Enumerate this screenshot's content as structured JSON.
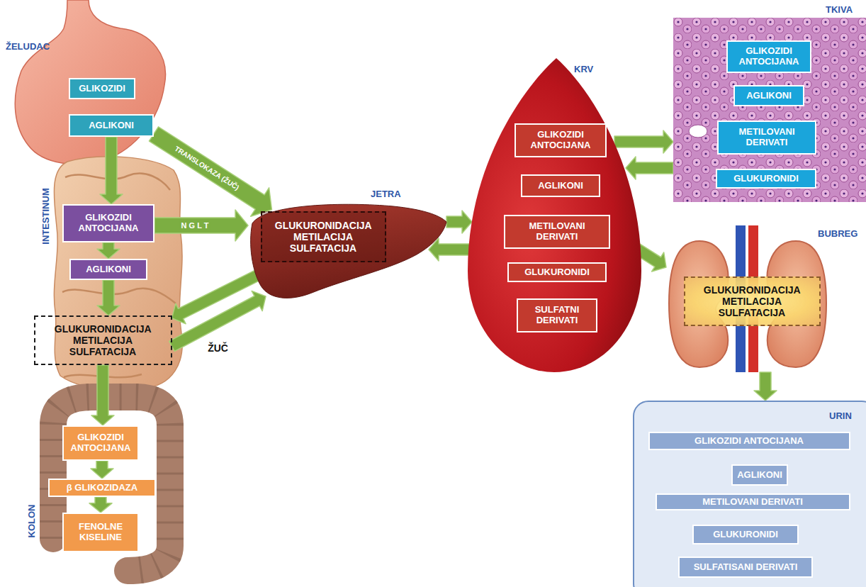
{
  "diagram": {
    "nodes": [
      {
        "text": [
          "GLIKOZIDI"
        ]
      },
      {
        "text": [
          "AGLIKONI"
        ]
      },
      {
        "text": [
          "GLIKOZIDI ANTOCIJANA"
        ]
      },
      {
        "text": [
          "AGLIKONI"
        ]
      },
      {
        "text": [
          "GLUKURONIDACIJA METILACIJA SULFATACIJA"
        ]
      },
      {
        "text": [
          "GLIKOZIDI ANTOCIJANA"
        ]
      },
      {
        "text": [
          "β GLIKOZIDAZA"
        ]
      },
      {
        "text": [
          "FENOLNE KISELINE"
        ]
      },
      {
        "text": [
          "JETRA"
        ]
      },
      {
        "text": [
          "GLUKURONIDACIJA METILACIJA SULFATACIJA"
        ],
        "in": 8
      },
      {
        "text": [
          "KRV"
        ]
      },
      {
        "text": [
          "GLIKOZIDI ANTOCIJANA"
        ],
        "in": 10
      },
      {
        "text": [
          "AGLIKONI"
        ],
        "in": 10
      },
      {
        "text": [
          "METILOVANI DERIVATI"
        ],
        "in": 10
      },
      {
        "text": [
          "GLUKURONIDI"
        ],
        "in": 10
      },
      {
        "text": [
          "SULFATNI DERIVATI"
        ],
        "in": 10
      },
      {
        "text": [
          "TKIVA"
        ]
      },
      {
        "text": [
          "GLIKOZIDI ANTOCIJANA"
        ],
        "in": 16
      },
      {
        "text": [
          "AGLIKONI"
        ],
        "in": 16
      },
      {
        "text": [
          "METILOVANI DERIVATI"
        ],
        "in": 16
      },
      {
        "text": [
          "GLUKURONIDI"
        ],
        "in": 16
      },
      {
        "text": [
          "BUBREG"
        ]
      },
      {
        "text": [
          "GLUKURONIDACIJA METILACIJA SULFATACIJA"
        ],
        "in": 21
      },
      {
        "text": [
          "URIN"
        ]
      },
      {
        "text": [
          "GLIKOZIDI ANTOCIJANA"
        ],
        "in": 23
      },
      {
        "text": [
          "AGLIKONI"
        ],
        "in": 23
      },
      {
        "text": [
          "METILOVANI DERIVATI"
        ],
        "in": 23
      },
      {
        "text": [
          "GLUKURONIDI"
        ],
        "in": 23
      },
      {
        "text": [
          "SULFATISANI DERIVATI"
        ],
        "in": 23
      }
    ],
    "edges": [
      {
        "from": 1,
        "to": 2,
        "arrow": "to"
      },
      {
        "from": 1,
        "to": 8,
        "label": "TRANSLOKAZA (ŽUČ)",
        "arrow": "to"
      },
      {
        "from": 2,
        "to": 8,
        "label": "N G L T",
        "arrow": "to"
      },
      {
        "from": 2,
        "to": 3,
        "arrow": "to"
      },
      {
        "from": 3,
        "to": 4,
        "arrow": "to"
      },
      {
        "from": 8,
        "to": 4,
        "arrow": "to"
      },
      {
        "from": 4,
        "to": 8,
        "label": "ŽUČ",
        "arrow": "to"
      },
      {
        "from": 4,
        "to": 5,
        "arrow": "to"
      },
      {
        "from": 5,
        "to": 6,
        "arrow": "to"
      },
      {
        "from": 6,
        "to": 7,
        "arrow": "to"
      },
      {
        "from": 8,
        "to": 10,
        "arrow": "to"
      },
      {
        "from": 10,
        "to": 8,
        "arrow": "to"
      },
      {
        "from": 10,
        "to": 16,
        "arrow": "to"
      },
      {
        "from": 16,
        "to": 10,
        "arrow": "to"
      },
      {
        "from": 10,
        "to": 21,
        "arrow": "to"
      },
      {
        "from": 21,
        "to": 23,
        "arrow": "to"
      }
    ],
    "labels": [
      "ŽELUDAC",
      "INTESTINUM",
      "KOLON"
    ]
  }
}
